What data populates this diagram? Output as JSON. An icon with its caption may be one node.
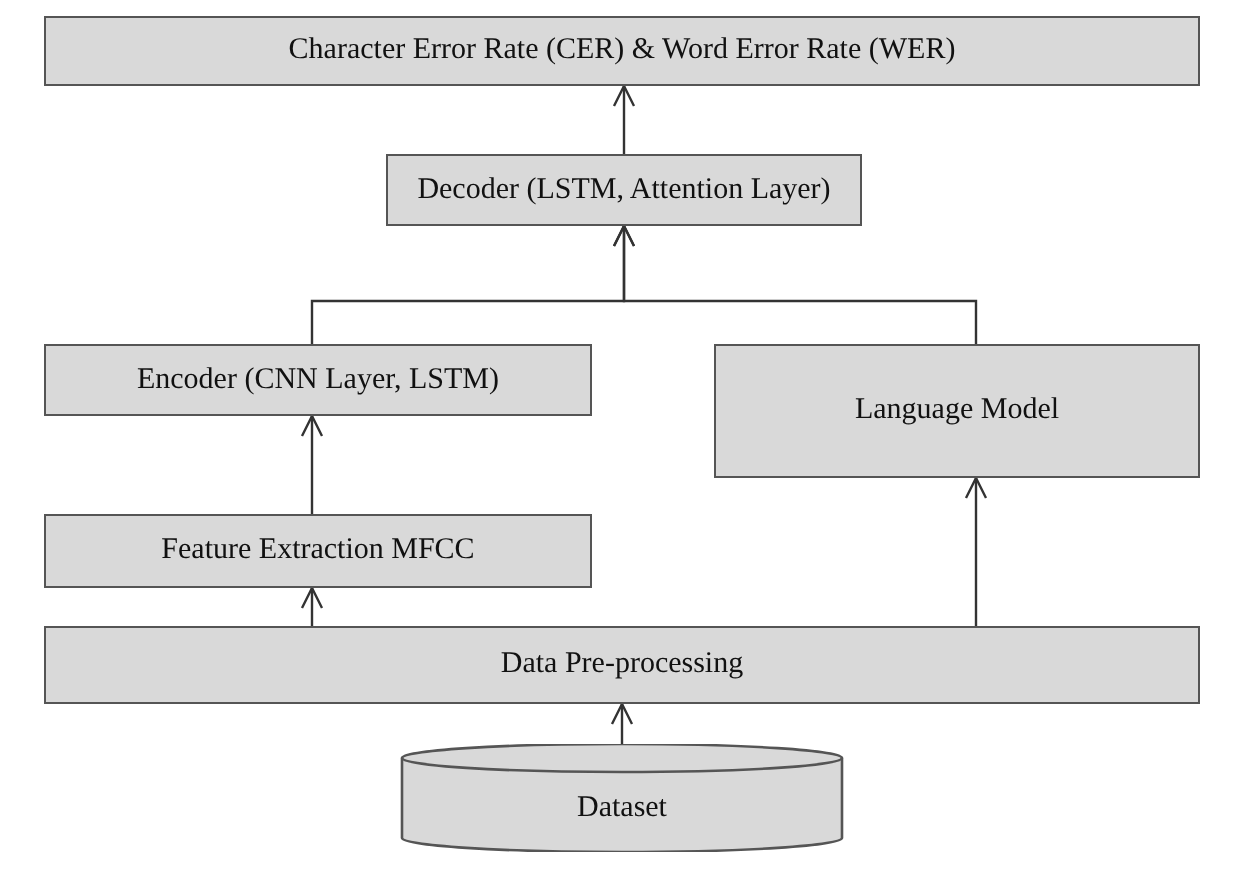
{
  "diagram": {
    "nodes": [
      {
        "text": [
          "Character Error Rate (CER) & Word Error Rate (WER)"
        ]
      },
      {
        "text": [
          "Decoder (LSTM, Attention Layer)"
        ]
      },
      {
        "text": [
          "Encoder (CNN Layer, LSTM)"
        ]
      },
      {
        "text": [
          "Language Model"
        ]
      },
      {
        "text": [
          "Feature Extraction MFCC"
        ]
      },
      {
        "text": [
          "Data Pre-processing"
        ]
      },
      {
        "text": [
          "Dataset"
        ]
      }
    ],
    "edges": [
      {
        "from": 6,
        "to": 5,
        "arrow": "to"
      },
      {
        "from": 5,
        "to": 4,
        "arrow": "to"
      },
      {
        "from": 5,
        "to": 3,
        "arrow": "to"
      },
      {
        "from": 4,
        "to": 2,
        "arrow": "to"
      },
      {
        "from": 2,
        "to": 1,
        "arrow": "to"
      },
      {
        "from": 3,
        "to": 1,
        "arrow": "to"
      },
      {
        "from": 1,
        "to": 0,
        "arrow": "to"
      }
    ]
  }
}
